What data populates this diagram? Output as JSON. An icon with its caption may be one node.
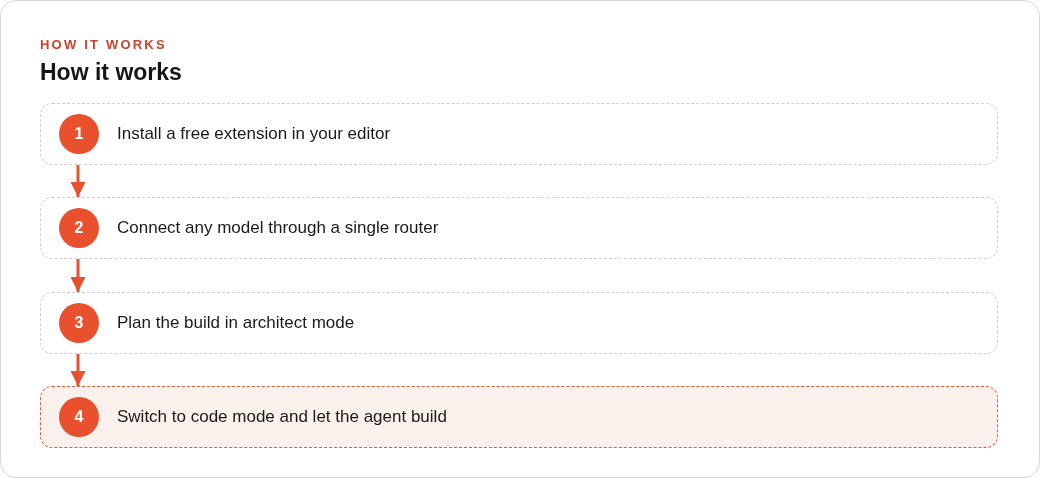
{
  "diagram": {
    "title": "How it works",
    "nodes": [
      {
        "text": [
          "Install a free extension in your editor"
        ]
      },
      {
        "text": [
          "1"
        ],
        "in": 0
      },
      {
        "text": [
          "Connect any model through a single router"
        ]
      },
      {
        "text": [
          "2"
        ],
        "in": 2
      },
      {
        "text": [
          "Plan the build in architect mode"
        ]
      },
      {
        "text": [
          "3"
        ],
        "in": 4
      },
      {
        "text": [
          "Switch to code mode and let the agent build"
        ]
      },
      {
        "text": [
          "4"
        ],
        "in": 6
      }
    ],
    "edges": [
      {
        "from": 0,
        "to": 2,
        "arrow": "to"
      },
      {
        "from": 2,
        "to": 4,
        "arrow": "to"
      },
      {
        "from": 4,
        "to": 6,
        "arrow": "to"
      }
    ],
    "labels": [
      "HOW IT WORKS"
    ]
  }
}
